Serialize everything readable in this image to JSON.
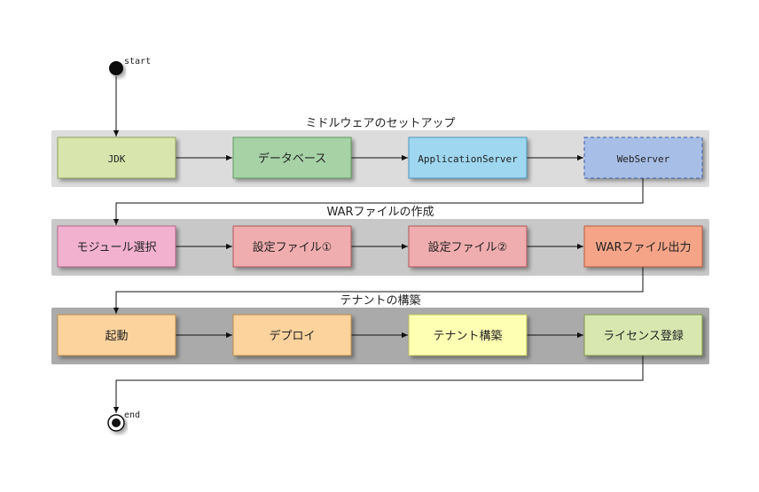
{
  "start_label": "start",
  "end_label": "end",
  "lanes": [
    {
      "title": "ミドルウェアのセットアップ",
      "color": "#dcdcdc",
      "boxes": [
        {
          "label": "JDK",
          "fill": "#d8e5ad",
          "stroke": "#8fa35c"
        },
        {
          "label": "データベース",
          "fill": "#a7d2a6",
          "stroke": "#5e9a5d"
        },
        {
          "label": "ApplicationServer",
          "fill": "#9fd7f0",
          "stroke": "#4c97c0"
        },
        {
          "label": "WebServer",
          "fill": "#a7bee6",
          "stroke": "#3b5fa8",
          "dashed": true
        }
      ]
    },
    {
      "title": "WARファイルの作成",
      "color": "#c8c8c8",
      "boxes": [
        {
          "label": "モジュール選択",
          "fill": "#f2b2cf",
          "stroke": "#b7658d"
        },
        {
          "label": "設定ファイル①",
          "fill": "#f0adaf",
          "stroke": "#b0585c"
        },
        {
          "label": "設定ファイル②",
          "fill": "#f0adaf",
          "stroke": "#b0585c"
        },
        {
          "label": "WARファイル出力",
          "fill": "#f5a487",
          "stroke": "#b85e3e"
        }
      ]
    },
    {
      "title": "テナントの構築",
      "color": "#aaaaaa",
      "boxes": [
        {
          "label": "起動",
          "fill": "#fcd39d",
          "stroke": "#c08f4c"
        },
        {
          "label": "デプロイ",
          "fill": "#fcd39d",
          "stroke": "#c08f4c"
        },
        {
          "label": "テナント構築",
          "fill": "#ffffb3",
          "stroke": "#c0c05c"
        },
        {
          "label": "ライセンス登録",
          "fill": "#d8e7b0",
          "stroke": "#7f9a48"
        }
      ]
    }
  ]
}
